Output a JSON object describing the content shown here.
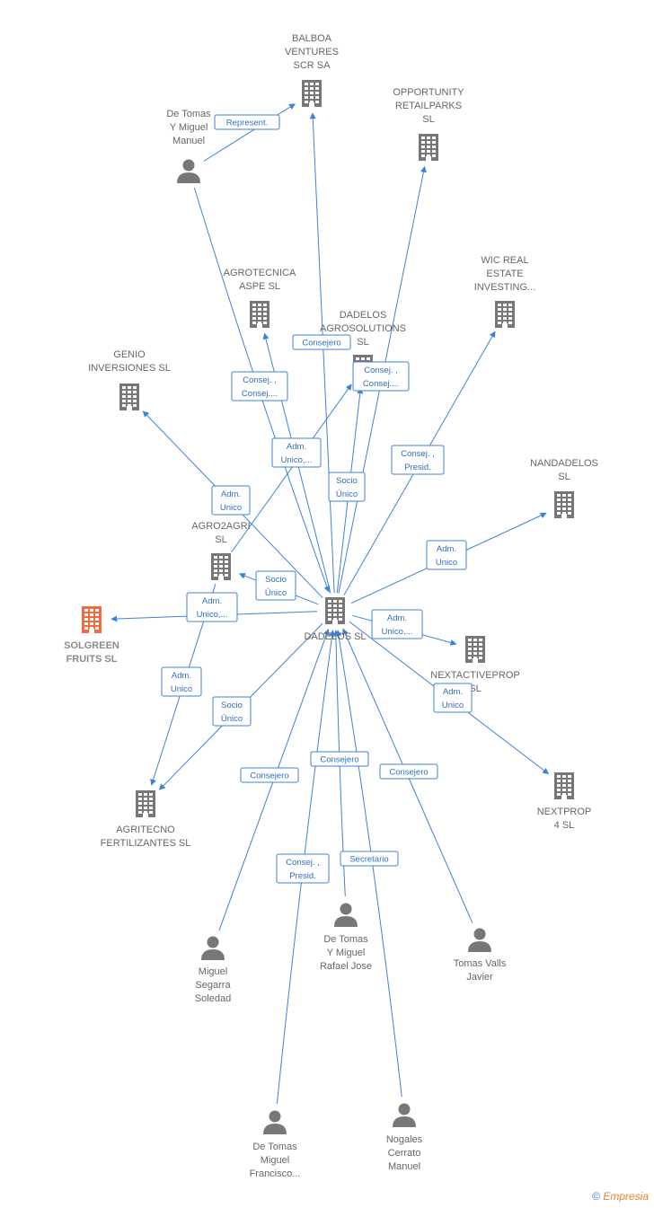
{
  "colors": {
    "edge": "#3d82d6",
    "node": "#777777",
    "highlight": "#f26a3d"
  },
  "nodes": [
    {
      "id": "dadelos",
      "type": "company",
      "lines": [
        "DADELOS SL"
      ]
    },
    {
      "id": "balboa",
      "type": "company",
      "lines": [
        "BALBOA",
        "VENTURES",
        "SCR SA"
      ]
    },
    {
      "id": "opportunity",
      "type": "company",
      "lines": [
        "OPPORTUNITY",
        "RETAILPARKS",
        "SL"
      ]
    },
    {
      "id": "agrotecnica",
      "type": "company",
      "lines": [
        "AGROTECNICA",
        "ASPE SL"
      ]
    },
    {
      "id": "dadelos_agro",
      "type": "company",
      "lines": [
        "DADELOS",
        "AGROSOLUTIONS",
        "SL"
      ]
    },
    {
      "id": "wic",
      "type": "company",
      "lines": [
        "WIC REAL",
        "ESTATE",
        "INVESTING..."
      ]
    },
    {
      "id": "genio",
      "type": "company",
      "lines": [
        "GENIO",
        "INVERSIONES SL"
      ]
    },
    {
      "id": "nandadelos",
      "type": "company",
      "lines": [
        "NANDADELOS",
        "SL"
      ]
    },
    {
      "id": "agro2agri",
      "type": "company",
      "lines": [
        "AGRO2AGRI",
        "SL"
      ]
    },
    {
      "id": "solgreen",
      "type": "company-highlight",
      "lines": [
        "SOLGREEN",
        "FRUITS  SL"
      ]
    },
    {
      "id": "nextactive",
      "type": "company",
      "lines": [
        "NEXTACTIVEPROP",
        "SL"
      ]
    },
    {
      "id": "agritecno",
      "type": "company",
      "lines": [
        "AGRITECNO",
        "FERTILIZANTES SL"
      ]
    },
    {
      "id": "nextprop4",
      "type": "company",
      "lines": [
        "NEXTPROP",
        "4  SL"
      ]
    },
    {
      "id": "p_tomas_manuel",
      "type": "person",
      "lines": [
        "De Tomas",
        "Y Miguel",
        "Manuel"
      ]
    },
    {
      "id": "p_segarra",
      "type": "person",
      "lines": [
        "Miguel",
        "Segarra",
        "Soledad"
      ]
    },
    {
      "id": "p_rafael",
      "type": "person",
      "lines": [
        "De Tomas",
        "Y Miguel",
        "Rafael Jose"
      ]
    },
    {
      "id": "p_valls",
      "type": "person",
      "lines": [
        "Tomas Valls",
        "Javier"
      ]
    },
    {
      "id": "p_francisco",
      "type": "person",
      "lines": [
        "De Tomas",
        "Miguel",
        "Francisco..."
      ]
    },
    {
      "id": "p_nogales",
      "type": "person",
      "lines": [
        "Nogales",
        "Cerrato",
        "Manuel"
      ]
    }
  ],
  "edges": [
    {
      "from": "p_tomas_manuel",
      "to": "balboa",
      "label": [
        "Represent."
      ]
    },
    {
      "from": "dadelos",
      "to": "balboa",
      "label": [
        "Consejero"
      ]
    },
    {
      "from": "dadelos",
      "to": "opportunity",
      "label": [
        "Consej. ,",
        "Consej...."
      ]
    },
    {
      "from": "dadelos",
      "to": "agrotecnica",
      "label": [
        "Consej. ,",
        "Consej...."
      ]
    },
    {
      "from": "dadelos",
      "to": "dadelos_agro",
      "label": [
        "Socio",
        "Único"
      ]
    },
    {
      "from": "agro2agri",
      "to": "dadelos_agro",
      "label": [
        "Adm.",
        "Unico,..."
      ]
    },
    {
      "from": "dadelos",
      "to": "wic",
      "label": [
        "Consej. ,",
        "Presid."
      ]
    },
    {
      "from": "dadelos",
      "to": "genio",
      "label": [
        "Adm.",
        "Unico"
      ]
    },
    {
      "from": "dadelos",
      "to": "nandadelos",
      "label": [
        "Adm.",
        "Unico"
      ]
    },
    {
      "from": "dadelos",
      "to": "agro2agri",
      "label": [
        "Socio",
        "Único"
      ]
    },
    {
      "from": "dadelos",
      "to": "solgreen",
      "label": [
        "Adm.",
        "Unico,..."
      ]
    },
    {
      "from": "dadelos",
      "to": "nextactive",
      "label": [
        "Adm.",
        "Unico,..."
      ]
    },
    {
      "from": "dadelos",
      "to": "nextprop4",
      "label": [
        "Adm.",
        "Unico"
      ]
    },
    {
      "from": "agro2agri",
      "to": "agritecno",
      "label": [
        "Adm.",
        "Unico"
      ]
    },
    {
      "from": "dadelos",
      "to": "agritecno",
      "label": [
        "Socio",
        "Único"
      ]
    },
    {
      "from": "p_tomas_manuel",
      "to": "dadelos",
      "label": [
        "Consejero"
      ]
    },
    {
      "from": "p_segarra",
      "to": "dadelos",
      "label": [
        "Consejero"
      ]
    },
    {
      "from": "p_rafael",
      "to": "dadelos",
      "label": [
        "Secretario"
      ]
    },
    {
      "from": "p_valls",
      "to": "dadelos",
      "label": [
        "Consejero"
      ]
    },
    {
      "from": "p_francisco",
      "to": "dadelos",
      "label": [
        "Consej. ,",
        "Presid."
      ]
    },
    {
      "from": "p_nogales",
      "to": "dadelos",
      "label": [
        "Consejero"
      ]
    }
  ],
  "footer": {
    "copyright": "©",
    "brand": "Empresia"
  }
}
